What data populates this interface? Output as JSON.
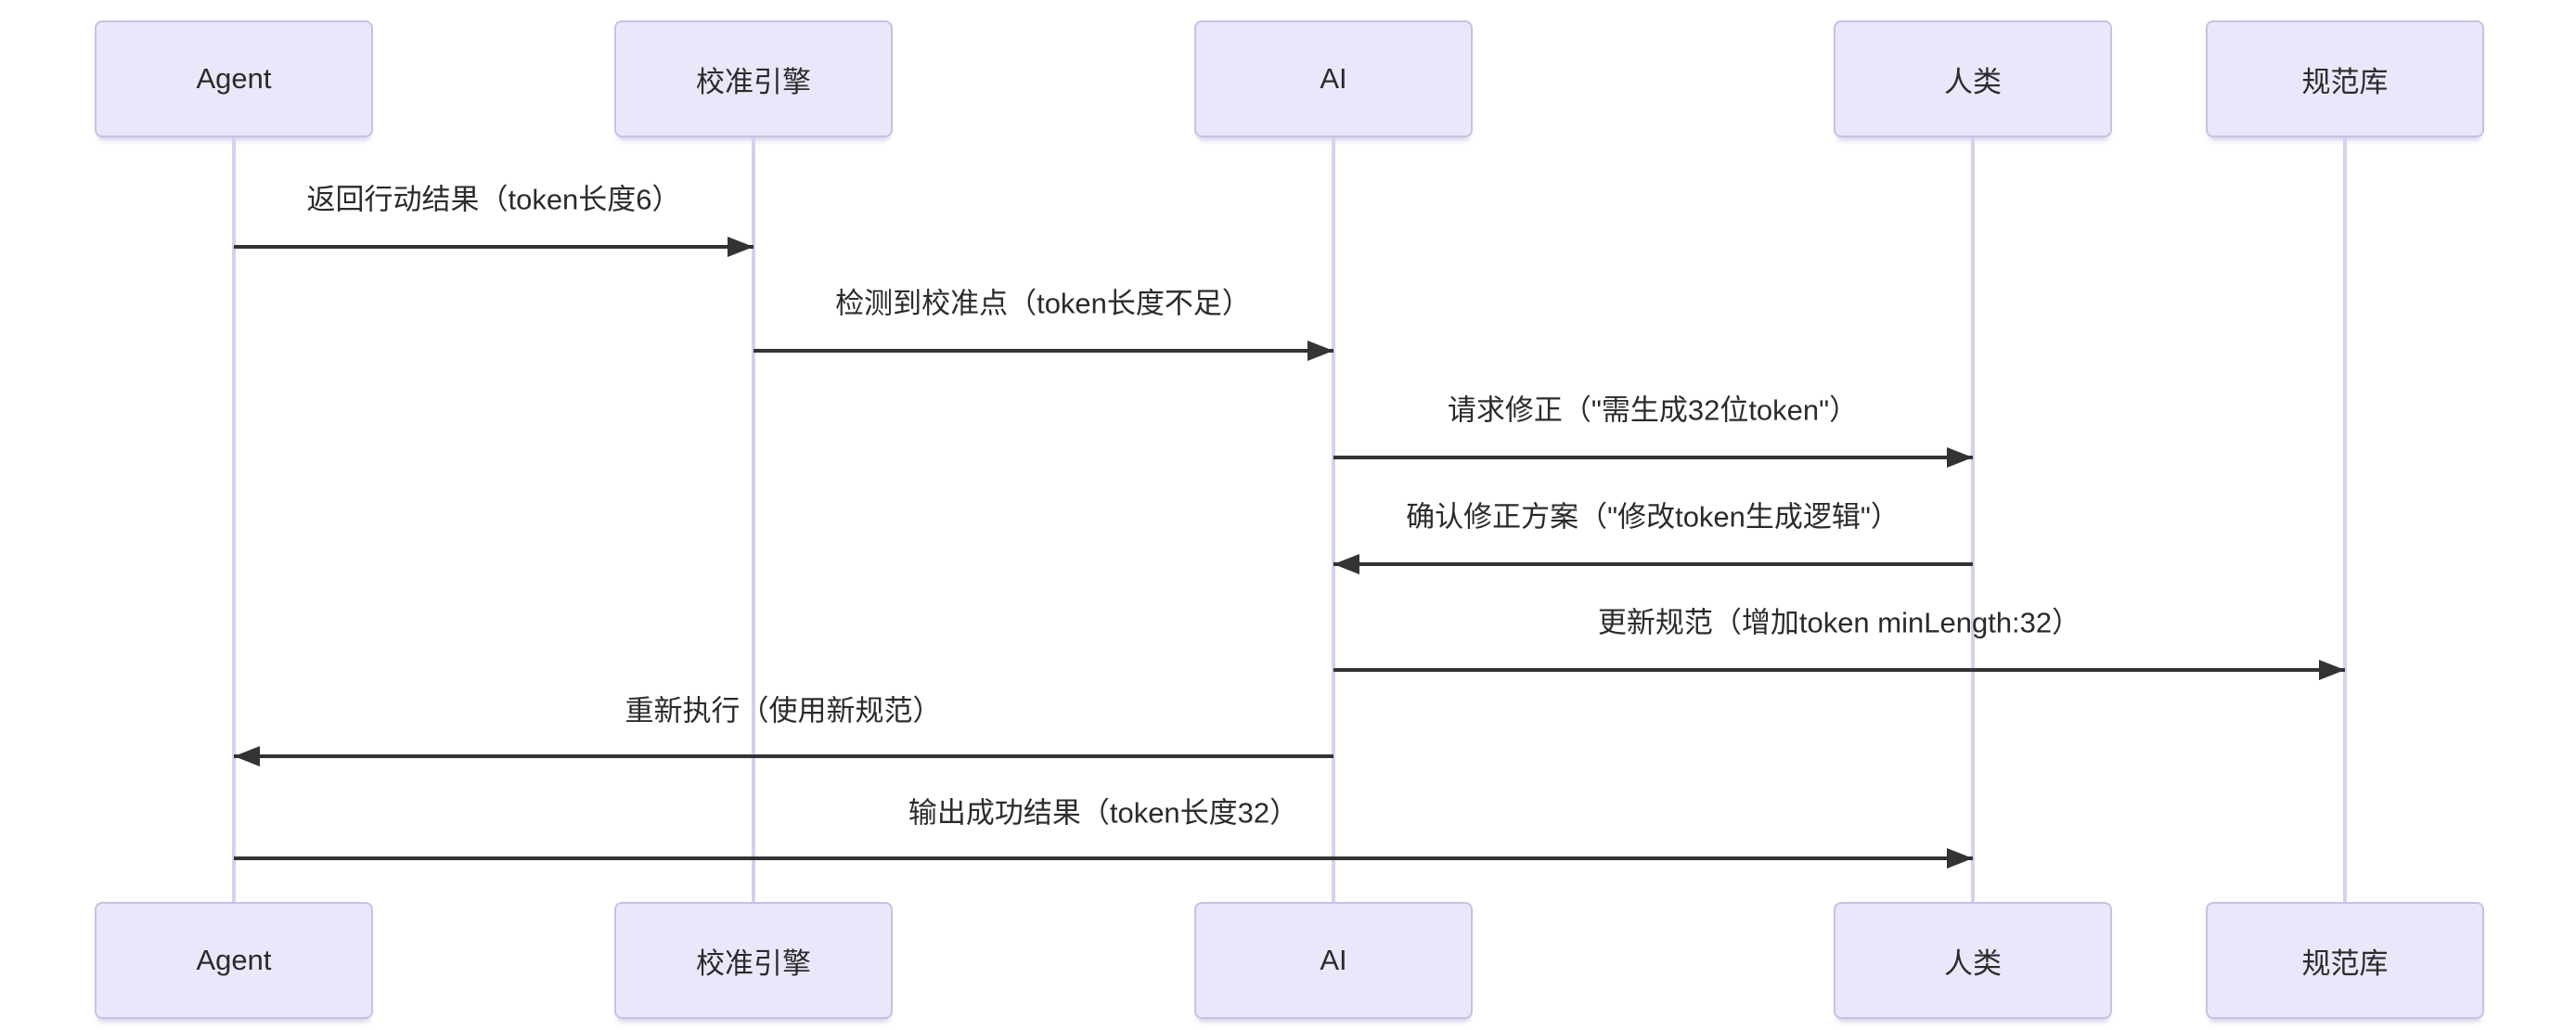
{
  "diagram": {
    "type": "sequence",
    "background": "#ffffff",
    "colors": {
      "background": "#ffffff",
      "actor_fill": "#e9e8fa",
      "actor_border": "#c6c2e4",
      "lifeline": "#d6d0ee",
      "arrow": "#333333",
      "text": "#2b2b2b"
    },
    "actors": [
      {
        "id": "agent",
        "label": "Agent"
      },
      {
        "id": "calibration-engine",
        "label": "校准引擎"
      },
      {
        "id": "ai",
        "label": "AI"
      },
      {
        "id": "human",
        "label": "人类"
      },
      {
        "id": "spec-library",
        "label": "规范库"
      }
    ],
    "messages": [
      {
        "from": "Agent",
        "to": "校准引擎",
        "direction": "right",
        "style": "solid",
        "label": "返回行动结果（token长度6）"
      },
      {
        "from": "校准引擎",
        "to": "AI",
        "direction": "right",
        "style": "solid",
        "label": "检测到校准点（token长度不足）"
      },
      {
        "from": "AI",
        "to": "人类",
        "direction": "right",
        "style": "solid",
        "label": "请求修正（\"需生成32位token\"）"
      },
      {
        "from": "人类",
        "to": "AI",
        "direction": "left",
        "style": "solid",
        "label": "确认修正方案（\"修改token生成逻辑\"）"
      },
      {
        "from": "AI",
        "to": "规范库",
        "direction": "right",
        "style": "solid",
        "label": "更新规范（增加token minLength:32）"
      },
      {
        "from": "AI",
        "to": "Agent",
        "direction": "left",
        "style": "solid",
        "label": "重新执行（使用新规范）"
      },
      {
        "from": "Agent",
        "to": "人类",
        "direction": "right",
        "style": "solid",
        "label": "输出成功结果（token长度32）"
      }
    ]
  }
}
